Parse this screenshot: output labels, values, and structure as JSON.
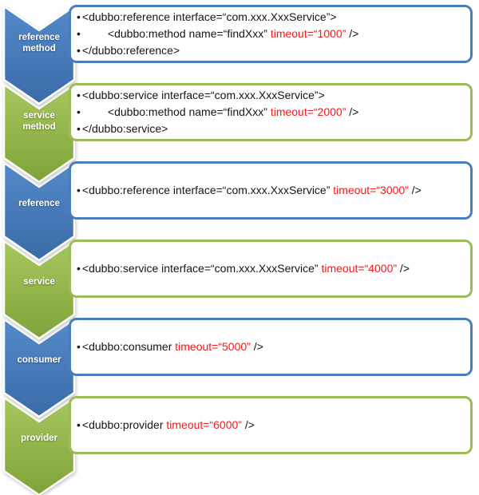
{
  "colors": {
    "blue_accent": "#4a7ebb",
    "blue_gradient_top": "#5489c9",
    "blue_gradient_bottom": "#3a6ba8",
    "green_accent": "#9bbb59",
    "green_gradient_top": "#a6c75e",
    "green_gradient_bottom": "#7fa339",
    "timeout_red": "#ee1b1b",
    "label_text": "#ffffff",
    "code_text": "#151515"
  },
  "diagram": {
    "bullet": "•",
    "rows": [
      {
        "label1": "reference",
        "label2": "method",
        "theme": "blue",
        "lines": [
          {
            "pre": "<dubbo:reference interface=“com.xxx.XxxService”>",
            "red": "",
            "post": ""
          },
          {
            "pre": "<dubbo:method name=“findXxx” ",
            "red": "timeout=“1000”",
            "post": " />"
          },
          {
            "pre": "</dubbo:reference>",
            "red": "",
            "post": ""
          }
        ]
      },
      {
        "label1": "service",
        "label2": "method",
        "theme": "green",
        "lines": [
          {
            "pre": "<dubbo:service interface=“com.xxx.XxxService”>",
            "red": "",
            "post": ""
          },
          {
            "pre": "<dubbo:method name=“findXxx” ",
            "red": "timeout=“2000”",
            "post": " />"
          },
          {
            "pre": "</dubbo:service>",
            "red": "",
            "post": ""
          }
        ]
      },
      {
        "label1": "reference",
        "theme": "blue",
        "lines": [
          {
            "pre": "<dubbo:reference interface=“com.xxx.XxxService” ",
            "red": "timeout=“3000”",
            "post": " />"
          }
        ]
      },
      {
        "label1": "service",
        "theme": "green",
        "lines": [
          {
            "pre": "<dubbo:service interface=“com.xxx.XxxService” ",
            "red": "timeout=“4000”",
            "post": " />"
          }
        ]
      },
      {
        "label1": "consumer",
        "theme": "blue",
        "lines": [
          {
            "pre": "<dubbo:consumer ",
            "red": "timeout=“5000”",
            "post": " />"
          }
        ]
      },
      {
        "label1": "provider",
        "theme": "green",
        "lines": [
          {
            "pre": "<dubbo:provider ",
            "red": "timeout=“6000”",
            "post": " />"
          }
        ]
      }
    ]
  }
}
